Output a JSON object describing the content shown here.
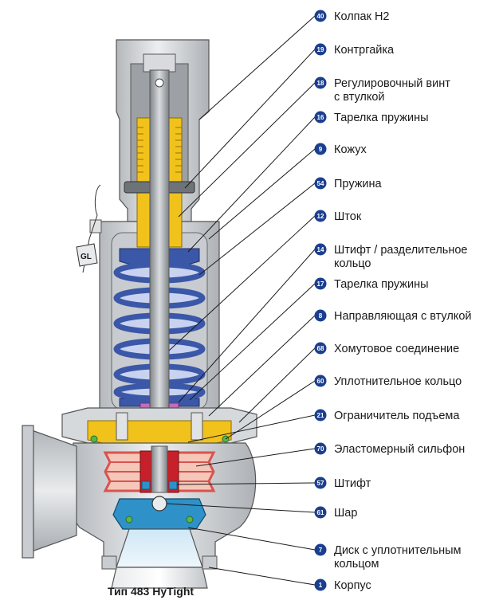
{
  "labels": [
    {
      "num": "40",
      "text": [
        "Колпак H2"
      ]
    },
    {
      "num": "19",
      "text": [
        "Контргайка"
      ]
    },
    {
      "num": "18",
      "text": [
        "Регулировочный винт",
        "с втулкой"
      ]
    },
    {
      "num": "16",
      "text": [
        "Тарелка пружины"
      ]
    },
    {
      "num": "9",
      "text": [
        "Кожух"
      ]
    },
    {
      "num": "54",
      "text": [
        "Пружина"
      ]
    },
    {
      "num": "12",
      "text": [
        "Шток"
      ]
    },
    {
      "num": "14",
      "text": [
        "Штифт / разделительное",
        "кольцо"
      ]
    },
    {
      "num": "17",
      "text": [
        "Тарелка пружины"
      ]
    },
    {
      "num": "8",
      "text": [
        "Направляющая с втулкой"
      ]
    },
    {
      "num": "68",
      "text": [
        "Хомутовое соединение"
      ]
    },
    {
      "num": "60",
      "text": [
        "Уплотнительное кольцо"
      ]
    },
    {
      "num": "21",
      "text": [
        "Ограничитель подъема"
      ]
    },
    {
      "num": "70",
      "text": [
        "Эластомерный сильфон"
      ]
    },
    {
      "num": "57",
      "text": [
        "Штифт"
      ]
    },
    {
      "num": "61",
      "text": [
        "Шар"
      ]
    },
    {
      "num": "7",
      "text": [
        "Диск с уплотнительным",
        "кольцом"
      ]
    },
    {
      "num": "1",
      "text": [
        "Корпус"
      ]
    }
  ],
  "caption": "Тип 483 HyTight",
  "gl_tag": "GL",
  "colors": {
    "badge": "#1b3f8f",
    "leader": "#1a1a1a",
    "body_fill": "#cfd2d6",
    "body_light": "#e6e8ea",
    "metal_dark": "#8e9296",
    "spring": "#4a66b4",
    "spring_light": "#c9d3ef",
    "brass": "#f2c21c",
    "bellows": "#d9534f",
    "bellows_light": "#f6c7b8",
    "disc": "#2e92c9",
    "seat_light": "#b9ddf2"
  }
}
